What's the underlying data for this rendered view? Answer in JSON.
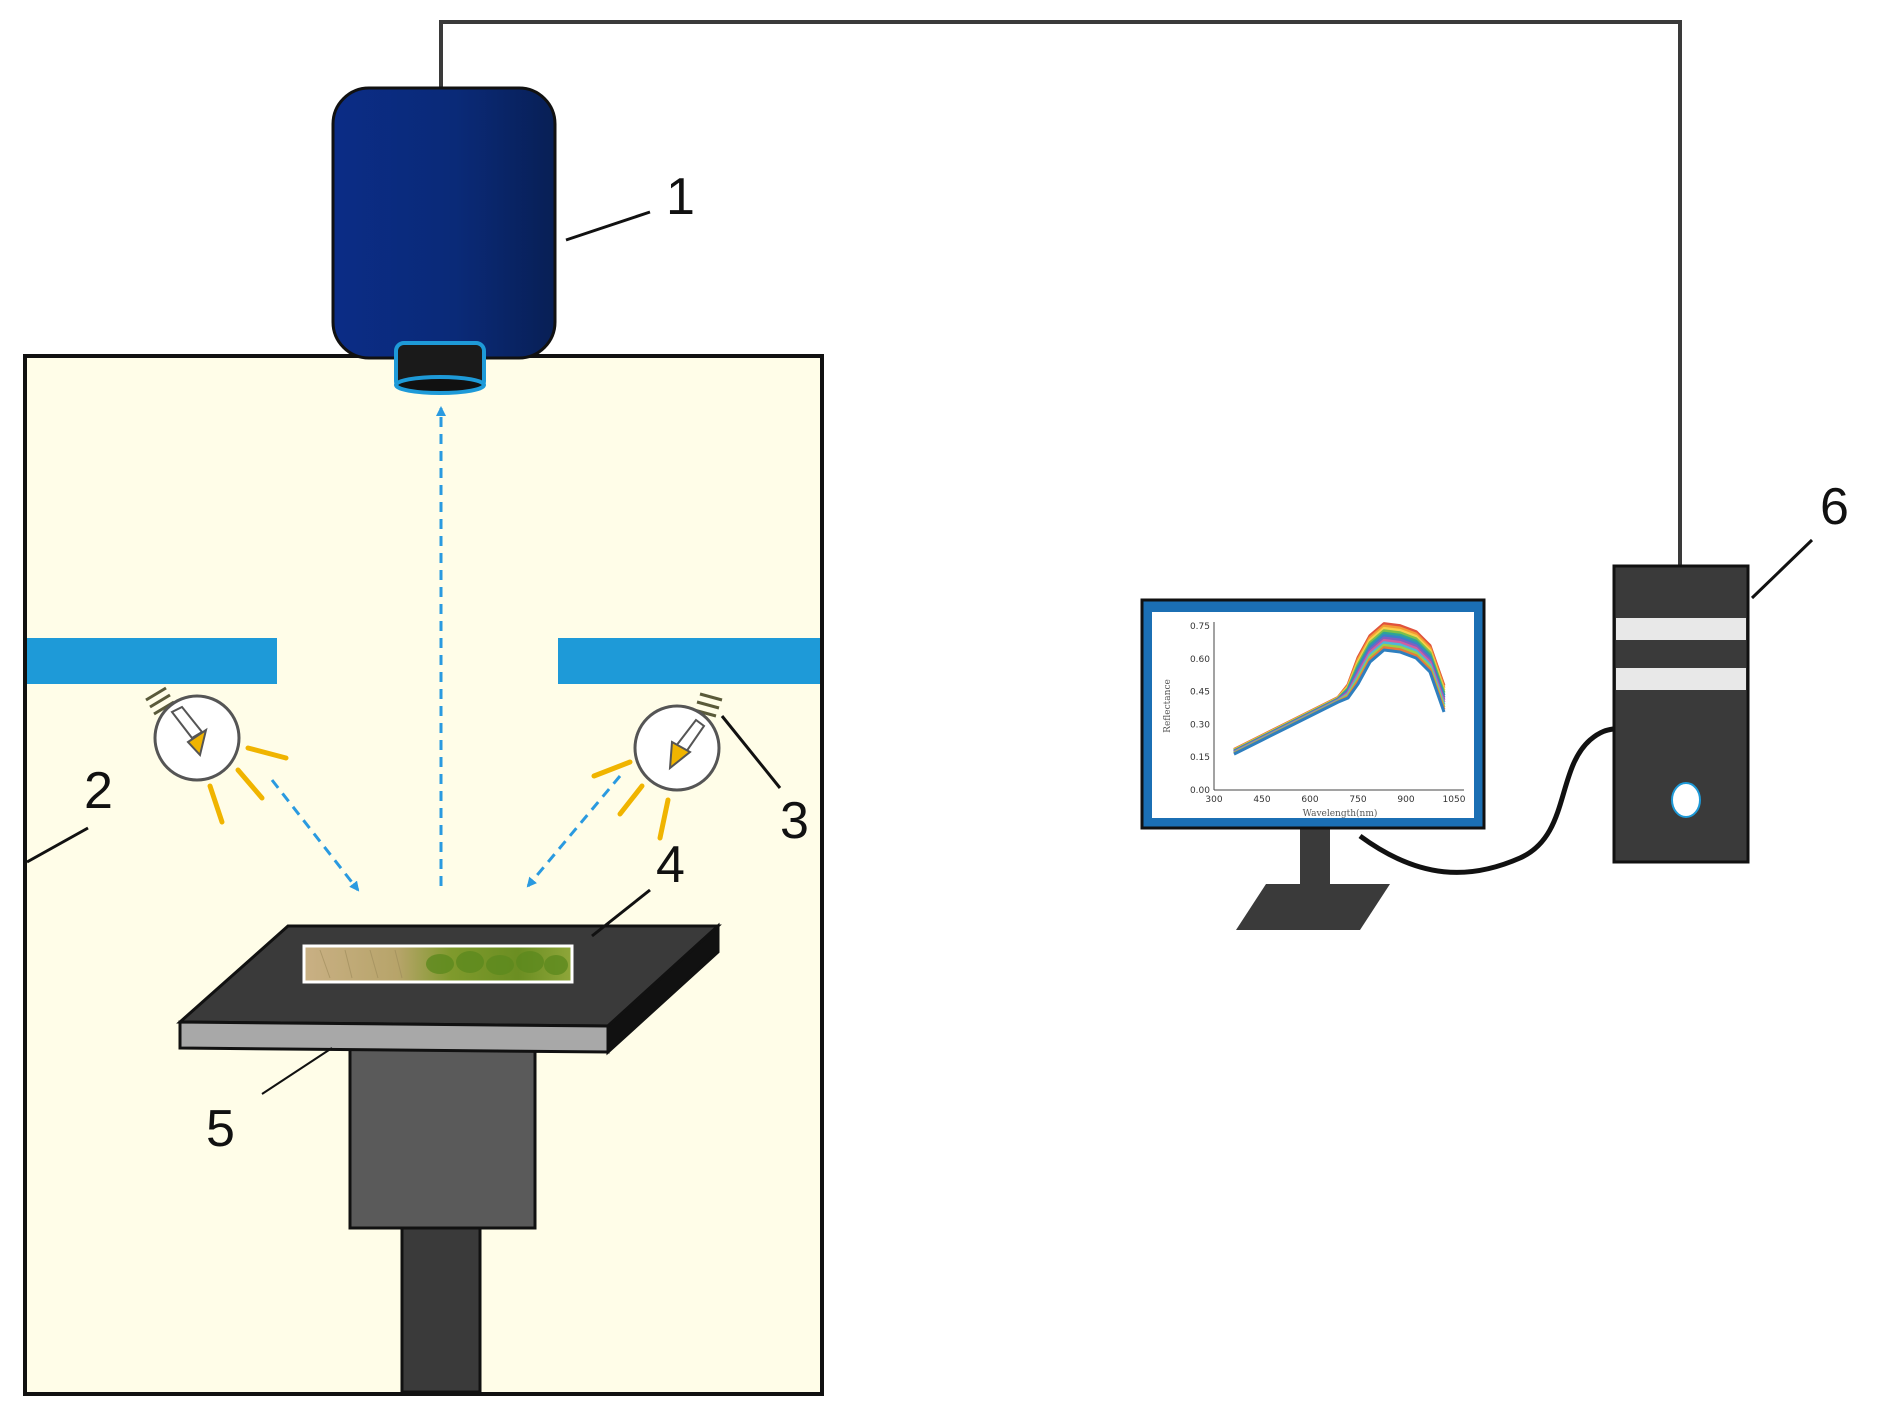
{
  "callouts": [
    {
      "id": "hyperspectral-camera",
      "label": "1"
    },
    {
      "id": "dark-box",
      "label": "2"
    },
    {
      "id": "halogen-lamp",
      "label": "3"
    },
    {
      "id": "sample",
      "label": "4"
    },
    {
      "id": "moving-platform",
      "label": "5"
    },
    {
      "id": "computer",
      "label": "6"
    }
  ],
  "monitor_chart": {
    "type": "line",
    "xlabel": "Wavelength(nm)",
    "ylabel": "Reflectance",
    "x_ticks": [
      "300",
      "450",
      "600",
      "750",
      "900",
      "1050"
    ],
    "y_ticks": [
      "0.75",
      "0.60",
      "0.45",
      "0.30",
      "0.15",
      "0.00"
    ],
    "xlim": [
      300,
      1050
    ],
    "ylim": [
      0,
      0.75
    ]
  },
  "colors": {
    "camera": "#0a2a78",
    "box_fill": "#fffde8",
    "shelf": "#1e9ad8",
    "light_ray": "#2a9ae0",
    "lamp_rays": "#f0b400",
    "platform": "#3a3a3a",
    "computer": "#3a3a3a",
    "monitor_frame": "#1b6fb4"
  }
}
